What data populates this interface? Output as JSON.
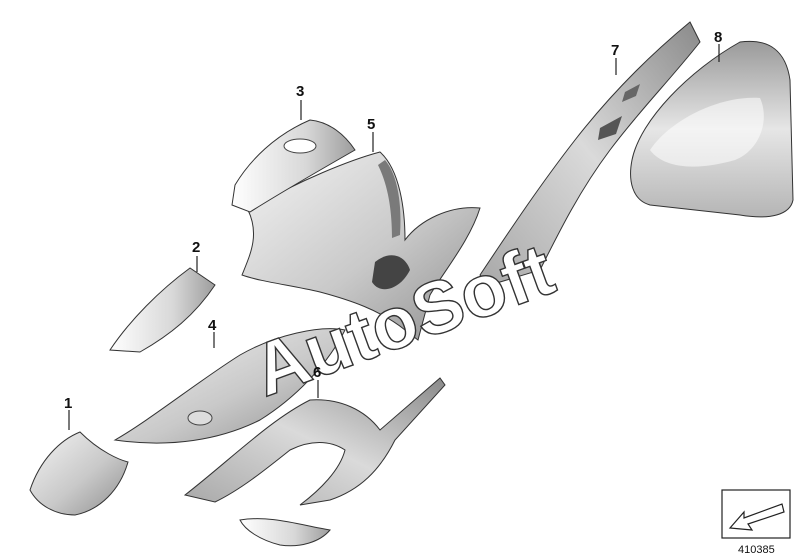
{
  "callouts": [
    {
      "id": "part-1",
      "label": "1"
    },
    {
      "id": "part-2",
      "label": "2"
    },
    {
      "id": "part-3",
      "label": "3"
    },
    {
      "id": "part-4",
      "label": "4"
    },
    {
      "id": "part-5",
      "label": "5"
    },
    {
      "id": "part-6",
      "label": "6"
    },
    {
      "id": "part-7",
      "label": "7"
    },
    {
      "id": "part-8",
      "label": "8"
    }
  ],
  "watermark": "AutoSoft",
  "reference_number": "410385",
  "colors": {
    "part_light": "#f2f2f2",
    "part_mid": "#c8c8c8",
    "part_dark": "#8a8a8a",
    "outline": "#333333"
  },
  "icons": {
    "orientation_arrow": "arrow-down-left-icon"
  }
}
